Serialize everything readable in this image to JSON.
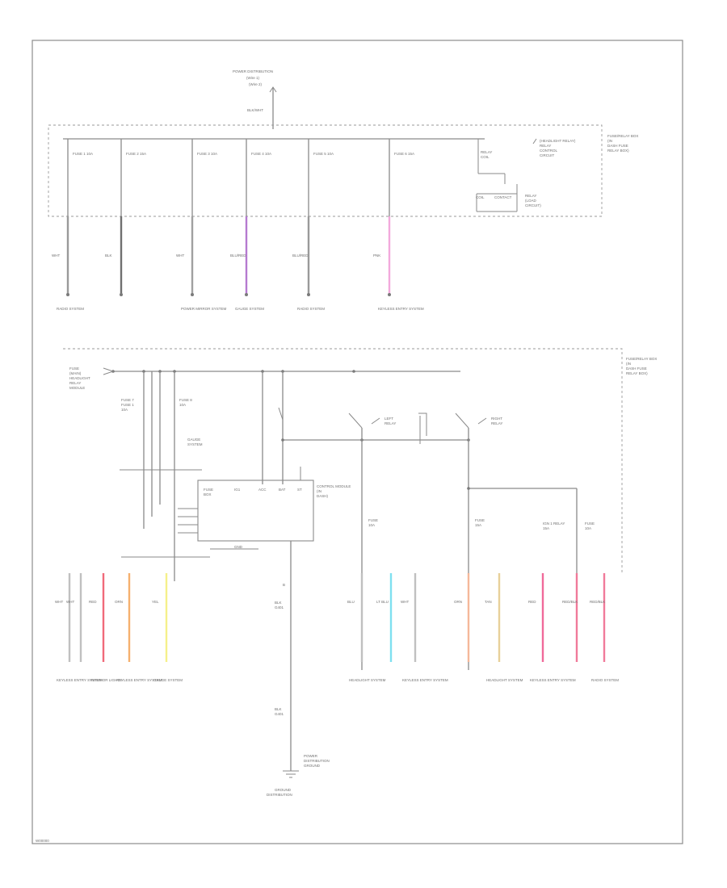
{
  "diagram": {
    "footer_code": "W00000",
    "top_source": {
      "label": "POWER DISTRIBUTION",
      "wire_label": "BLK/WHT"
    },
    "box1": {
      "label": "FUSE/RELAY BOX",
      "relay_note": "(HEADLIGHT RELAY)",
      "relay_sub": "RELAY"
    },
    "box1_taps": [
      {
        "fuse": "FUSE 1 10A",
        "color_code": "WHT",
        "dest": "RADIO SYSTEM",
        "wire": "#9a9a9a"
      },
      {
        "fuse": "FUSE 2 15A",
        "color_code": "BLK",
        "dest": "",
        "wire": "#707070"
      },
      {
        "fuse": "FUSE 3 10A",
        "color_code": "WHT",
        "dest": "POWER MIRROR SYSTEM",
        "wire": "#a0a0a0"
      },
      {
        "fuse": "FUSE 4 10A",
        "color_code": "BLU/RED",
        "dest": "GAUGE SYSTEM",
        "wire": "#b57ad0"
      },
      {
        "fuse": "FUSE 5 10A",
        "color_code": "BLU/RED",
        "dest": "RADIO SYSTEM",
        "wire": "#9a9a9a"
      },
      {
        "fuse": "FUSE 6 15A",
        "color_code": "PNK",
        "dest": "KEYLESS ENTRY SYSTEM",
        "wire": "#f3a9dc"
      }
    ],
    "box2_label": "FUSE/RELAY BOX",
    "box2_sub_labels": [
      "FUSE 7",
      "FUSE 8",
      "GAUGE",
      "IGN 1 RELAY",
      "LEFT",
      "RIGHT"
    ],
    "module": {
      "label": "CONTROL MODULE",
      "pins": [
        "IG1",
        "ACC",
        "BAT",
        "ST",
        "GND"
      ]
    },
    "lower_taps": [
      {
        "code": "WHT",
        "dest": "KEYLESS ENTRY SYSTEM",
        "wire": "#c0c0c0"
      },
      {
        "code": "WHT",
        "dest": "",
        "wire": "#c0c0c0"
      },
      {
        "code": "RED",
        "dest": "INTERIOR LIGHTS",
        "wire": "#f06a7a"
      },
      {
        "code": "ORN",
        "dest": "KEYLESS ENTRY SYSTEM",
        "wire": "#f5b06e"
      },
      {
        "code": "YEL",
        "dest": "GAUGE SYSTEM",
        "wire": "#f5f08a"
      },
      {
        "code": "BLK",
        "dest": "GROUND DISTRIBUTION",
        "wire": "#8a8a8a"
      },
      {
        "code": "BLU",
        "dest": "HEADLIGHT SYSTEM",
        "wire": "#c0c0c0"
      },
      {
        "code": "LT BLU",
        "dest": "",
        "wire": "#7fe0f0"
      },
      {
        "code": "WHT",
        "dest": "KEYLESS ENTRY SYSTEM",
        "wire": "#c0c0c0"
      },
      {
        "code": "ORN",
        "dest": "",
        "wire": "#f5b89a"
      },
      {
        "code": "TAN",
        "dest": "HEADLIGHT SYSTEM",
        "wire": "#e8d09a"
      },
      {
        "code": "RED",
        "dest": "KEYLESS ENTRY SYSTEM",
        "wire": "#f06a9a"
      },
      {
        "code": "RED/BLK",
        "dest": "",
        "wire": "#f07a9a"
      },
      {
        "code": "RED/BLK",
        "dest": "RADIO SYSTEM",
        "wire": "#f07a9a"
      }
    ]
  }
}
